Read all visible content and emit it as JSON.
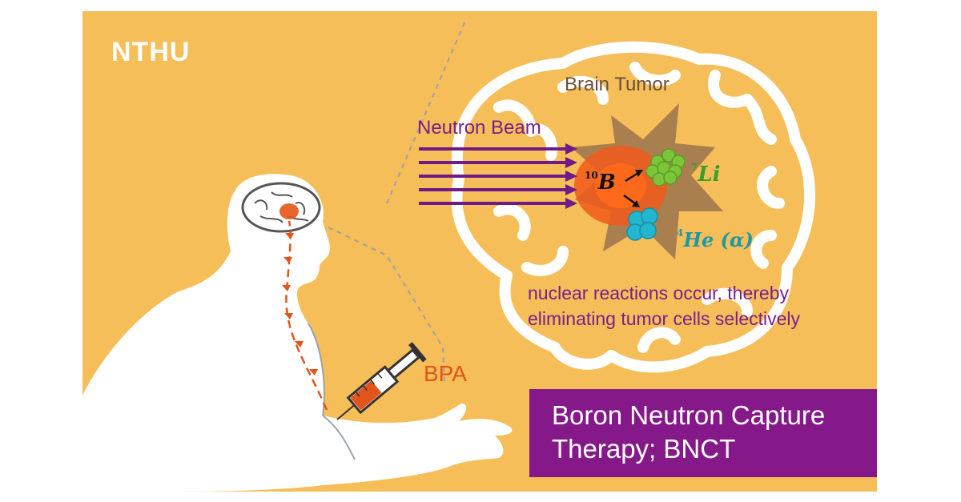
{
  "logo": "NTHU",
  "labels": {
    "brain_tumor": "Brain Tumor",
    "neutron_beam": "Neutron Beam",
    "bpa": "BPA",
    "note_line1": "nuclear reactions occur, thereby",
    "note_line2": "eliminating tumor cells selectively"
  },
  "particles": {
    "boron": {
      "mass": "10",
      "symbol": "B"
    },
    "lithium": {
      "mass": "7",
      "symbol": "Li"
    },
    "helium": {
      "mass": "4",
      "symbol": "He",
      "note": "(α)"
    }
  },
  "title": {
    "line1": "Boron Neutron Capture",
    "line2": "Therapy; BNCT"
  },
  "colors": {
    "background": "#f6be58",
    "purple": "#85198a",
    "beam": "#6f1a87",
    "bpa": "#e3541a",
    "lithium": "#7cc43a",
    "helium": "#23b6cf",
    "tumor": "#a2784f"
  }
}
